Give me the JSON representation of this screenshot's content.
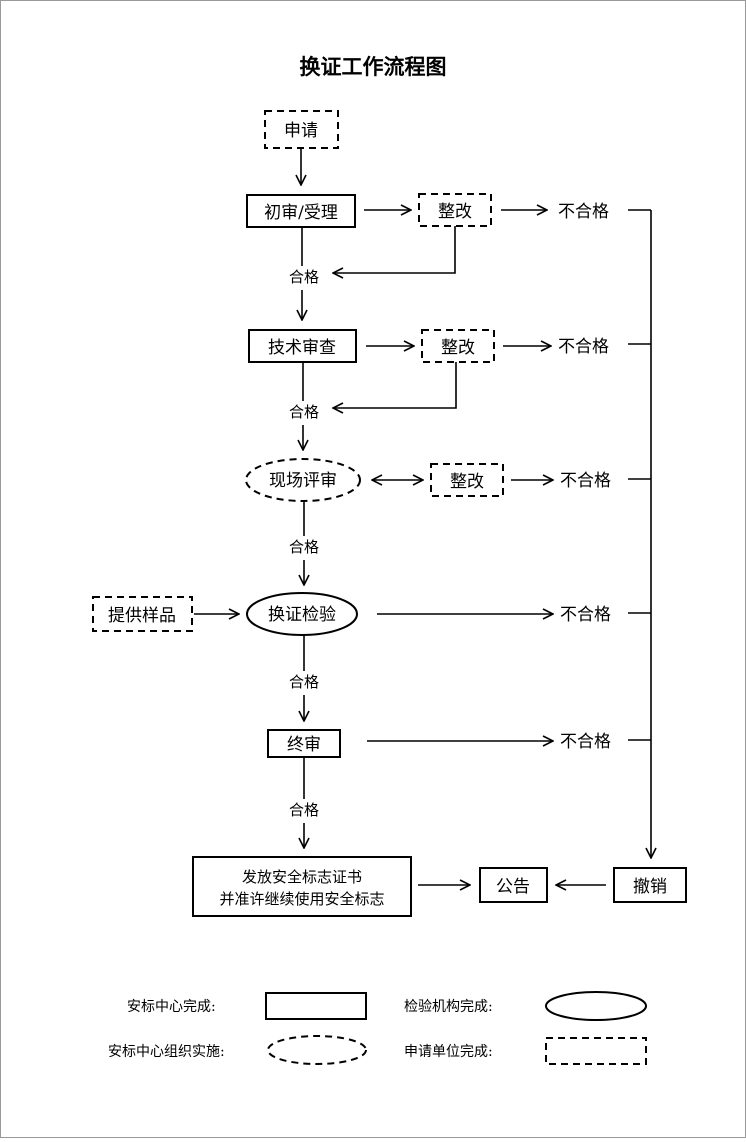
{
  "title": "换证工作流程图",
  "nodes": {
    "apply": "申请",
    "initial_review": "初审/受理",
    "tech_review": "技术审查",
    "onsite_review": "现场评审",
    "cert_test": "换证检验",
    "final_review": "终审",
    "issue_line1": "发放安全标志证书",
    "issue_line2": "并准许继续使用安全标志",
    "announce": "公告",
    "revoke": "撤销",
    "sample": "提供样品"
  },
  "labels": {
    "rectify": "整改",
    "fail": "不合格",
    "pass": "合格"
  },
  "legend": {
    "center_done": "安标中心完成:",
    "lab_done": "检验机构完成:",
    "center_org": "安标中心组织实施:",
    "applicant_done": "申请单位完成:"
  },
  "colors": {
    "stroke": "#000000",
    "background": "#ffffff",
    "frame": "#999999"
  }
}
